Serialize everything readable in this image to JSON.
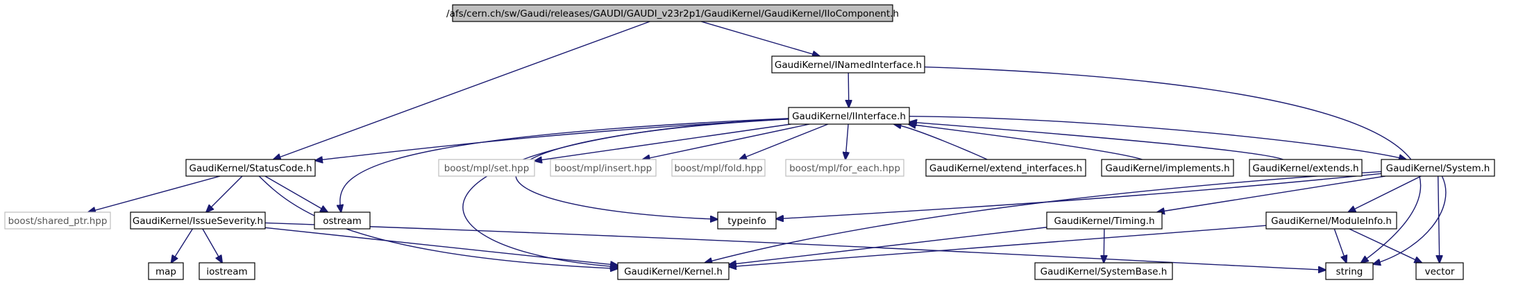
{
  "colors": {
    "edge": "#191970",
    "box_border": "#000000",
    "external_border": "#bfbfbf",
    "root_fill": "#bfbfbf",
    "fill": "#ffffff"
  },
  "nodes": [
    {
      "id": "root",
      "label": "/afs/cern.ch/sw/Gaudi/releases/GAUDI/GAUDI_v23r2p1/GaudiKernel/GaudiKernel/IIoComponent.h",
      "style": "root"
    },
    {
      "id": "inamed",
      "label": "GaudiKernel/INamedInterface.h",
      "style": "normal"
    },
    {
      "id": "iinterface",
      "label": "GaudiKernel/IInterface.h",
      "style": "normal"
    },
    {
      "id": "statuscode",
      "label": "GaudiKernel/StatusCode.h",
      "style": "normal"
    },
    {
      "id": "mplset",
      "label": "boost/mpl/set.hpp",
      "style": "external"
    },
    {
      "id": "mplinsert",
      "label": "boost/mpl/insert.hpp",
      "style": "external"
    },
    {
      "id": "mplfold",
      "label": "boost/mpl/fold.hpp",
      "style": "external"
    },
    {
      "id": "mplforeach",
      "label": "boost/mpl/for_each.hpp",
      "style": "external"
    },
    {
      "id": "extint",
      "label": "GaudiKernel/extend_interfaces.h",
      "style": "normal"
    },
    {
      "id": "implements",
      "label": "GaudiKernel/implements.h",
      "style": "normal"
    },
    {
      "id": "extends",
      "label": "GaudiKernel/extends.h",
      "style": "normal"
    },
    {
      "id": "system",
      "label": "GaudiKernel/System.h",
      "style": "normal"
    },
    {
      "id": "sharedptr",
      "label": "boost/shared_ptr.hpp",
      "style": "external"
    },
    {
      "id": "issue",
      "label": "GaudiKernel/IssueSeverity.h",
      "style": "normal"
    },
    {
      "id": "ostream",
      "label": "ostream",
      "style": "normal"
    },
    {
      "id": "typeinfo",
      "label": "typeinfo",
      "style": "normal"
    },
    {
      "id": "timing",
      "label": "GaudiKernel/Timing.h",
      "style": "normal"
    },
    {
      "id": "moduleinfo",
      "label": "GaudiKernel/ModuleInfo.h",
      "style": "normal"
    },
    {
      "id": "map",
      "label": "map",
      "style": "normal"
    },
    {
      "id": "iostream",
      "label": "iostream",
      "style": "normal"
    },
    {
      "id": "kernel",
      "label": "GaudiKernel/Kernel.h",
      "style": "normal"
    },
    {
      "id": "systembase",
      "label": "GaudiKernel/SystemBase.h",
      "style": "normal"
    },
    {
      "id": "string",
      "label": "string",
      "style": "normal"
    },
    {
      "id": "vector",
      "label": "vector",
      "style": "normal"
    }
  ],
  "edges": [
    [
      "root",
      "inamed"
    ],
    [
      "root",
      "statuscode"
    ],
    [
      "inamed",
      "iinterface"
    ],
    [
      "inamed",
      "string"
    ],
    [
      "iinterface",
      "statuscode"
    ],
    [
      "iinterface",
      "ostream"
    ],
    [
      "iinterface",
      "kernel"
    ],
    [
      "iinterface",
      "typeinfo"
    ],
    [
      "iinterface",
      "mplset"
    ],
    [
      "iinterface",
      "mplinsert"
    ],
    [
      "iinterface",
      "mplfold"
    ],
    [
      "iinterface",
      "mplforeach"
    ],
    [
      "iinterface",
      "system"
    ],
    [
      "extint",
      "iinterface"
    ],
    [
      "implements",
      "iinterface"
    ],
    [
      "extends",
      "iinterface"
    ],
    [
      "statuscode",
      "sharedptr"
    ],
    [
      "statuscode",
      "issue"
    ],
    [
      "statuscode",
      "ostream"
    ],
    [
      "statuscode",
      "kernel"
    ],
    [
      "issue",
      "map"
    ],
    [
      "issue",
      "iostream"
    ],
    [
      "issue",
      "kernel"
    ],
    [
      "issue",
      "string"
    ],
    [
      "system",
      "typeinfo"
    ],
    [
      "system",
      "kernel"
    ],
    [
      "system",
      "timing"
    ],
    [
      "system",
      "moduleinfo"
    ],
    [
      "system",
      "string"
    ],
    [
      "system",
      "vector"
    ],
    [
      "timing",
      "kernel"
    ],
    [
      "timing",
      "systembase"
    ],
    [
      "moduleinfo",
      "kernel"
    ],
    [
      "moduleinfo",
      "string"
    ],
    [
      "moduleinfo",
      "vector"
    ]
  ]
}
